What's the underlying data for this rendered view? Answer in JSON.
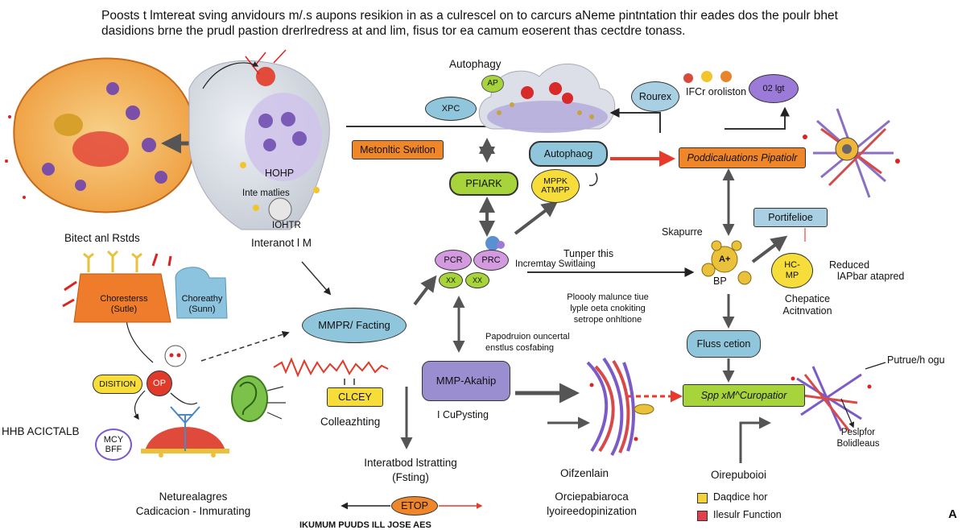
{
  "intro": {
    "line1": "Poosts t lmtereat sving anvidours m/.s aupons resikion in as a culrescel on to carcurs aNeme pintntation thir eades dos the poulr bhet",
    "line2": "dasidions brne the prudl pastion drerlredress at and lim, fisus tor ea camum eoserent thas cectdre tonass."
  },
  "labels": {
    "autophagy": "Autophagy",
    "ap": "AP",
    "xpc": "XPC",
    "metabolic_switch": "Metonltic Switlon",
    "autophag": "Autophaog",
    "pfiark": "PFIARK",
    "mppk": "MPPK",
    "atmpp": "ATMPP",
    "roux": "Rourex",
    "ifcr": "IFCr oroliston",
    "ifcr_bubble": "02 lgt",
    "prod_pipeline": "Poddicaluations  Pipatiolr",
    "hohp": "HOHP",
    "inter_matlies": "Inte matlies",
    "iohtr": "IOHTR",
    "bitect": "Bitect anl Rstds",
    "interanot": "Interanot l M",
    "cholesterol_1": "Choresterss",
    "cholesterol_1b": "(Sutle)",
    "cholesterol_2": "Choreathy",
    "cholesterol_2b": "(Sunn)",
    "pcr": "PCR",
    "prc": "PRC",
    "xx1": "XX",
    "xx2": "XX",
    "tunper": "Tunper this",
    "incremby": "Incremtay Switlaing",
    "skapurre": "Skapurre",
    "a_plus": "A+",
    "bp": "BP",
    "portifetioe": "Portifelioe",
    "hc_mp": "HC-\nMP",
    "reduced": "Reduced",
    "lapbar": "lAPbar atapred",
    "chepatice": "Chepatice",
    "activation": "Acitnvation",
    "mmpr_facting": "MMPR/ Facting",
    "procolly": "Ploooly malunce tiue",
    "lyple": "lyple oeta cnokiting",
    "setrope": "setrope onhltione",
    "papodruion": "Papodruion ouncertal",
    "ensthus": "enstlus cosfabing",
    "fluss_cetion": "Fluss cetion",
    "disstion": "DISITION",
    "op": "OP",
    "clcey": "CLCEY",
    "colleazhing": "Colleazhting",
    "mmp_akahip": "MMP-Akahip",
    "icupysting": "I CuPysting",
    "spp": "Spp xM^Curopatior",
    "puthre": "Putrue/h ogu",
    "peslpfor": "Peslpfor",
    "bolideus": "Bolidleaus",
    "hhb": "HHB ACICTALB",
    "mcy": "MCY",
    "bff": "BFF",
    "interatbod": "Interatbod lstratting",
    "fsting": "(Fsting)",
    "etop": "ETOP",
    "neture": "Neturealagres",
    "cadicacion": "Cadicacion - Inmurating",
    "oifzenlain": "Oifzenlain",
    "orciepa": "Orciepabiaroca",
    "lyoire": "lyoireedopinization",
    "oirepuboioi": "Oirepuboioi",
    "bottom_cut": "IKUMUM PUUDS ILL JOSE AES",
    "corner": "A"
  },
  "legend": [
    {
      "label": "Daqdice hor",
      "color": "#f2d43a"
    },
    {
      "label": "Ilesulr Function",
      "color": "#e0404a"
    }
  ],
  "colors": {
    "orange_box": "#f0862a",
    "green_box": "#a6d43a",
    "blue_box": "#8fc6dc",
    "purple_box": "#9b8ed0",
    "yellow_box": "#f6dd3a",
    "red_arrow": "#e83a2a",
    "arrow": "#555555"
  }
}
